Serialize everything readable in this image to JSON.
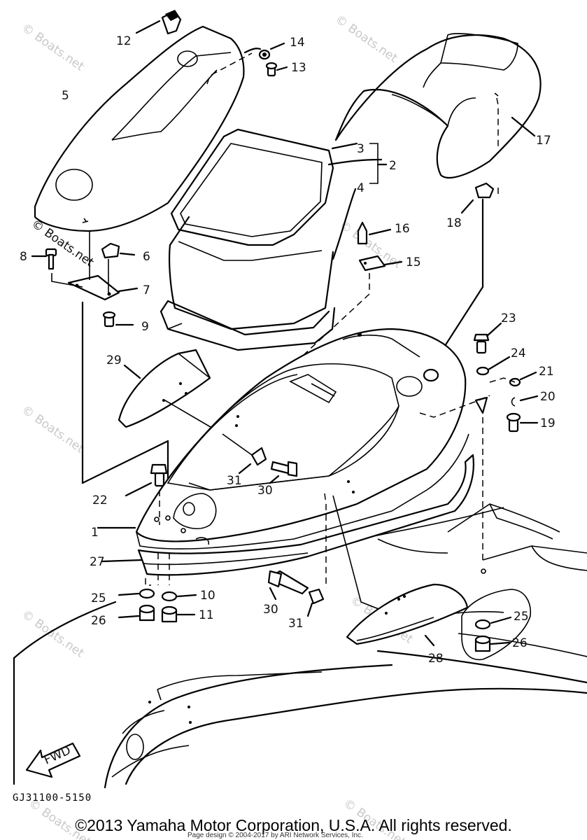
{
  "watermark": "© Boats.net",
  "diagram_code": "GJ31100-5150",
  "fwd_label": "FWD",
  "copyright": "©2013 Yamaha Motor Corporation, U.S.A. All rights reserved.",
  "credit": "Page design © 2004-2017 by ARI Network Services, Inc.",
  "callouts": [
    "1",
    "2",
    "3",
    "4",
    "5",
    "6",
    "7",
    "8",
    "9",
    "10",
    "11",
    "12",
    "13",
    "14",
    "15",
    "16",
    "17",
    "18",
    "19",
    "20",
    "21",
    "22",
    "23",
    "24",
    "25",
    "26",
    "27",
    "28",
    "29",
    "30",
    "31",
    "31",
    "30",
    "25",
    "26"
  ]
}
